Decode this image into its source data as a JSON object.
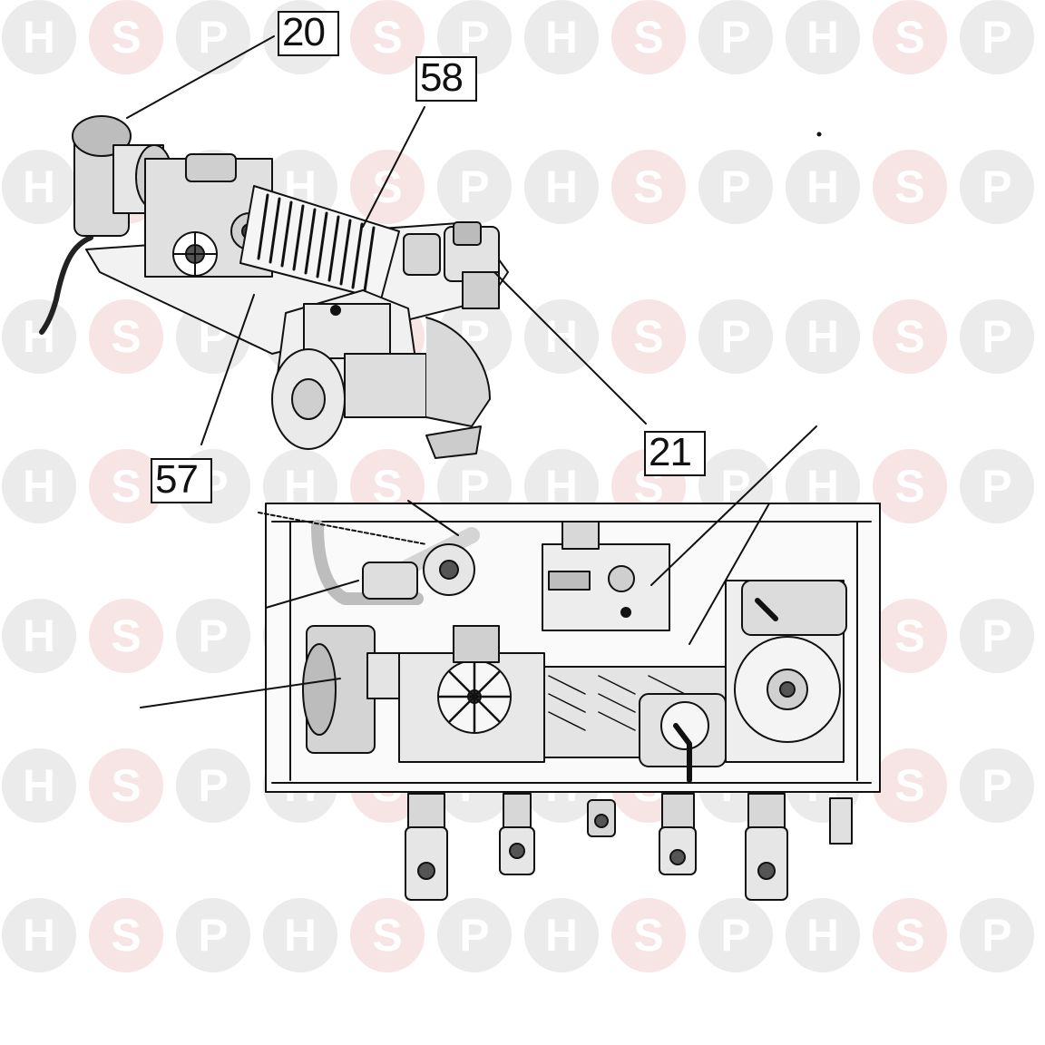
{
  "watermark": {
    "letters": [
      "H",
      "S",
      "P"
    ],
    "colors": {
      "h_p_fill": "#ebebeb",
      "s_fill": "#f7e4e4",
      "letter": "#ffffff"
    }
  },
  "callouts": {
    "c20": "20",
    "c58": "58",
    "c57": "57",
    "c21": "21"
  },
  "line_color": "#111111"
}
